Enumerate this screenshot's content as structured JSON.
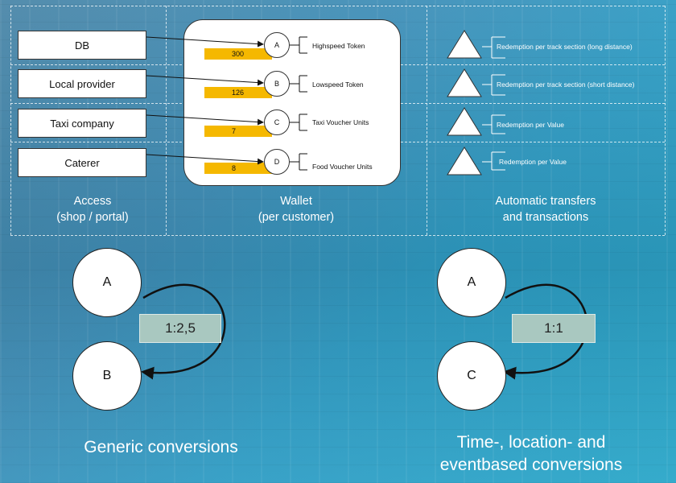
{
  "providers": [
    {
      "label": "DB"
    },
    {
      "label": "Local provider"
    },
    {
      "label": "Taxi company"
    },
    {
      "label": "Caterer"
    }
  ],
  "wallet_items": [
    {
      "value": "300",
      "circle": "A",
      "token": "Highspeed Token"
    },
    {
      "value": "126",
      "circle": "B",
      "token": "Lowspeed Token"
    },
    {
      "value": "7",
      "circle": "C",
      "token": "Taxi Voucher Units"
    },
    {
      "value": "8",
      "circle": "D",
      "token": "Food Voucher Units"
    }
  ],
  "redemptions": [
    {
      "label": "Redemption per track section (long distance)"
    },
    {
      "label": "Redemption per track section (short distance)"
    },
    {
      "label": "Redemption per Value"
    },
    {
      "label": "Redemption per Value"
    }
  ],
  "sections": {
    "access_line1": "Access",
    "access_line2": "(shop / portal)",
    "wallet_line1": "Wallet",
    "wallet_line2": "(per customer)",
    "auto_line1": "Automatic transfers",
    "auto_line2": "and transactions"
  },
  "conversions": {
    "generic": {
      "from": "A",
      "to": "B",
      "ratio": "1:2,5",
      "label": "Generic conversions"
    },
    "event": {
      "from": "A",
      "to": "C",
      "ratio": "1:1",
      "label_line1": "Time-, location- and",
      "label_line2": "eventbased conversions"
    }
  },
  "colors": {
    "bar": "#f5b800",
    "ratio_box": "#a9c8c0"
  }
}
